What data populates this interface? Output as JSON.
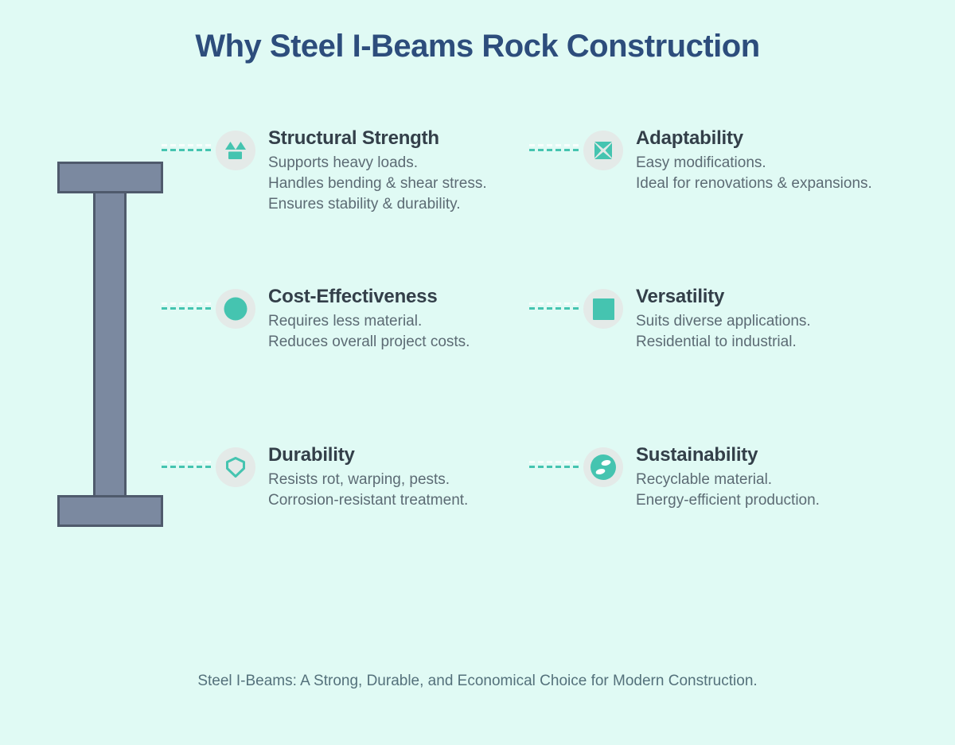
{
  "title": "Why Steel I-Beams Rock Construction",
  "footer": "Steel I-Beams: A Strong, Durable, and Economical Choice for Modern Construction.",
  "colors": {
    "background": "#e0faf4",
    "accent_teal": "#45c4b0",
    "title_navy": "#2d4d7c",
    "heading_text": "#333f49",
    "body_text": "#5c6b74",
    "footer_text": "#54717b",
    "icon_circle_bg": "#e4eae8",
    "beam_fill": "#7b89a0",
    "beam_stroke": "#4f5a6c"
  },
  "beam": {
    "label": "steel-i-beam-illustration"
  },
  "features": [
    {
      "title": "Structural Strength",
      "icon": "stacked-blocks-icon",
      "lines": [
        "Supports heavy loads.",
        "Handles bending & shear stress.",
        "Ensures stability & durability."
      ]
    },
    {
      "title": "Cost-Effectiveness",
      "icon": "filled-circle-icon",
      "lines": [
        "Requires less material.",
        "Reduces overall project costs."
      ]
    },
    {
      "title": "Durability",
      "icon": "shield-icon",
      "lines": [
        "Resists rot, warping, pests.",
        "Corrosion-resistant treatment."
      ]
    },
    {
      "title": "Adaptability",
      "icon": "compress-arrows-icon",
      "lines": [
        "Easy modifications.",
        "Ideal for renovations & expansions."
      ]
    },
    {
      "title": "Versatility",
      "icon": "filled-square-icon",
      "lines": [
        "Suits diverse applications.",
        "Residential to industrial."
      ]
    },
    {
      "title": "Sustainability",
      "icon": "recycle-leaves-icon",
      "lines": [
        "Recyclable material.",
        "Energy-efficient production."
      ]
    }
  ],
  "chart_data": {
    "type": "table",
    "title": "Why Steel I-Beams Rock Construction",
    "caption": "Steel I-Beams: A Strong, Durable, and Economical Choice for Modern Construction.",
    "categories": [
      "Structural Strength",
      "Cost-Effectiveness",
      "Durability",
      "Adaptability",
      "Versatility",
      "Sustainability"
    ],
    "values": [
      [
        "Supports heavy loads.",
        "Handles bending & shear stress.",
        "Ensures stability & durability."
      ],
      [
        "Requires less material.",
        "Reduces overall project costs."
      ],
      [
        "Resists rot, warping, pests.",
        "Corrosion-resistant treatment."
      ],
      [
        "Easy modifications.",
        "Ideal for renovations & expansions."
      ],
      [
        "Suits diverse applications.",
        "Residential to industrial."
      ],
      [
        "Recyclable material.",
        "Energy-efficient production."
      ]
    ],
    "layout": "two-column infographic with I-beam illustration on left"
  }
}
